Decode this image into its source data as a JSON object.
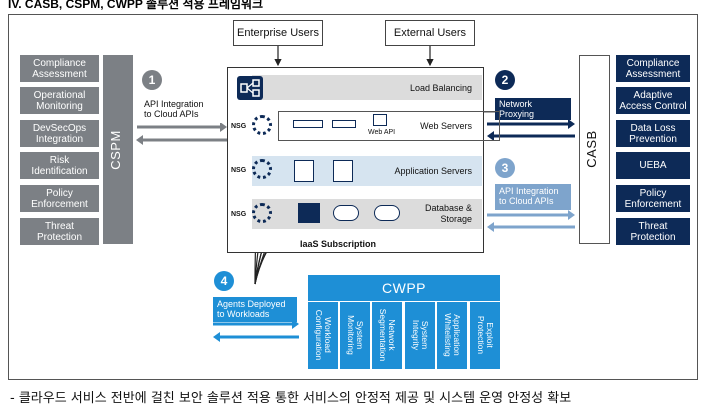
{
  "page_title": "IV. CASB, CSPM, CWPP 솔루션 적용 프레임워크",
  "caption": "- 클라우드 서비스 전반에 걸친 보안 솔루션 적용 통한 서비스의 안정적 제공 및 시스템 운영 안정성 확보",
  "top_labels": {
    "enterprise": "Enterprise Users",
    "external": "External Users"
  },
  "cspm": {
    "label": "CSPM",
    "items": [
      "Compliance\nAssessment",
      "Operational\nMonitoring",
      "DevSecOps\nIntegration",
      "Risk\nIdentification",
      "Policy\nEnforcement",
      "Threat\nProtection"
    ]
  },
  "casb": {
    "label": "CASB",
    "items": [
      "Compliance\nAssessment",
      "Adaptive\nAccess Control",
      "Data Loss\nPrevention",
      "UEBA",
      "Policy\nEnforcement",
      "Threat\nProtection"
    ]
  },
  "steps": [
    {
      "num": "1",
      "label": "API Integration\nto Cloud APIs"
    },
    {
      "num": "2",
      "label": "Network Proxying"
    },
    {
      "num": "3",
      "label": "API Integration\nto Cloud APIs"
    },
    {
      "num": "4",
      "label": "Agents Deployed\nto Workloads"
    }
  ],
  "iaas": {
    "title": "IaaS Subscription",
    "tiers": {
      "lb": "Load Balancing",
      "web": "Web Servers",
      "app": "Application Servers",
      "db": "Database &\nStorage"
    },
    "nsg": "NSG",
    "web_api": "Web API"
  },
  "cwpp": {
    "label": "CWPP",
    "items": [
      "Workload\nConfiguration",
      "System\nMonitoring",
      "Network\nSegmentation",
      "System\nIntegrity",
      "Application\nWhitelisting",
      "Exploit\nProtection"
    ]
  },
  "colors": {
    "gray": "#7c8085",
    "navy": "#0d2a57",
    "blue": "#1e8fd6",
    "light_blue": "#7ea4cc",
    "tier_gray": "#dcdcdc",
    "tier_blue": "#d6e4f0"
  }
}
